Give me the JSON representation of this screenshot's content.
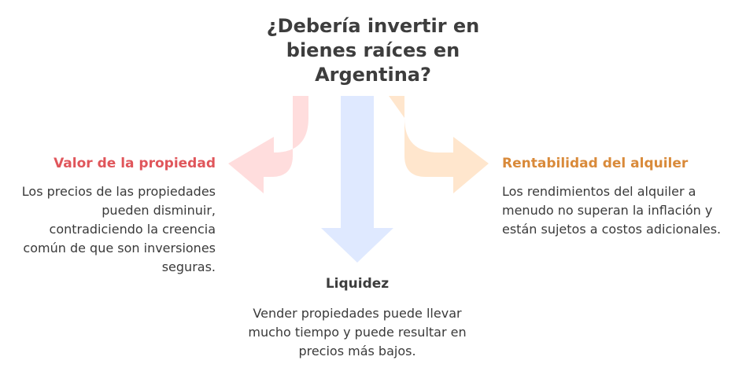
{
  "title": "¿Debería invertir en bienes raíces en Argentina?",
  "branches": {
    "left": {
      "heading": "Valor de la propiedad",
      "text": "Los precios de las propiedades pueden disminuir, contradiciendo la creencia común de que son inversiones seguras.",
      "color": "#ffd9d9",
      "heading_color": "#e0565b"
    },
    "center": {
      "heading": "Liquidez",
      "text": "Vender propiedades puede llevar mucho tiempo y puede resultar en precios más bajos.",
      "color": "#dbe7ff",
      "heading_color": "#3d3d3d"
    },
    "right": {
      "heading": "Rentabilidad del alquiler",
      "text": "Los rendimientos del alquiler a menudo no superan la inflación y están sujetos a costos adicionales.",
      "color": "#ffe3c8",
      "heading_color": "#d98a3a"
    }
  }
}
